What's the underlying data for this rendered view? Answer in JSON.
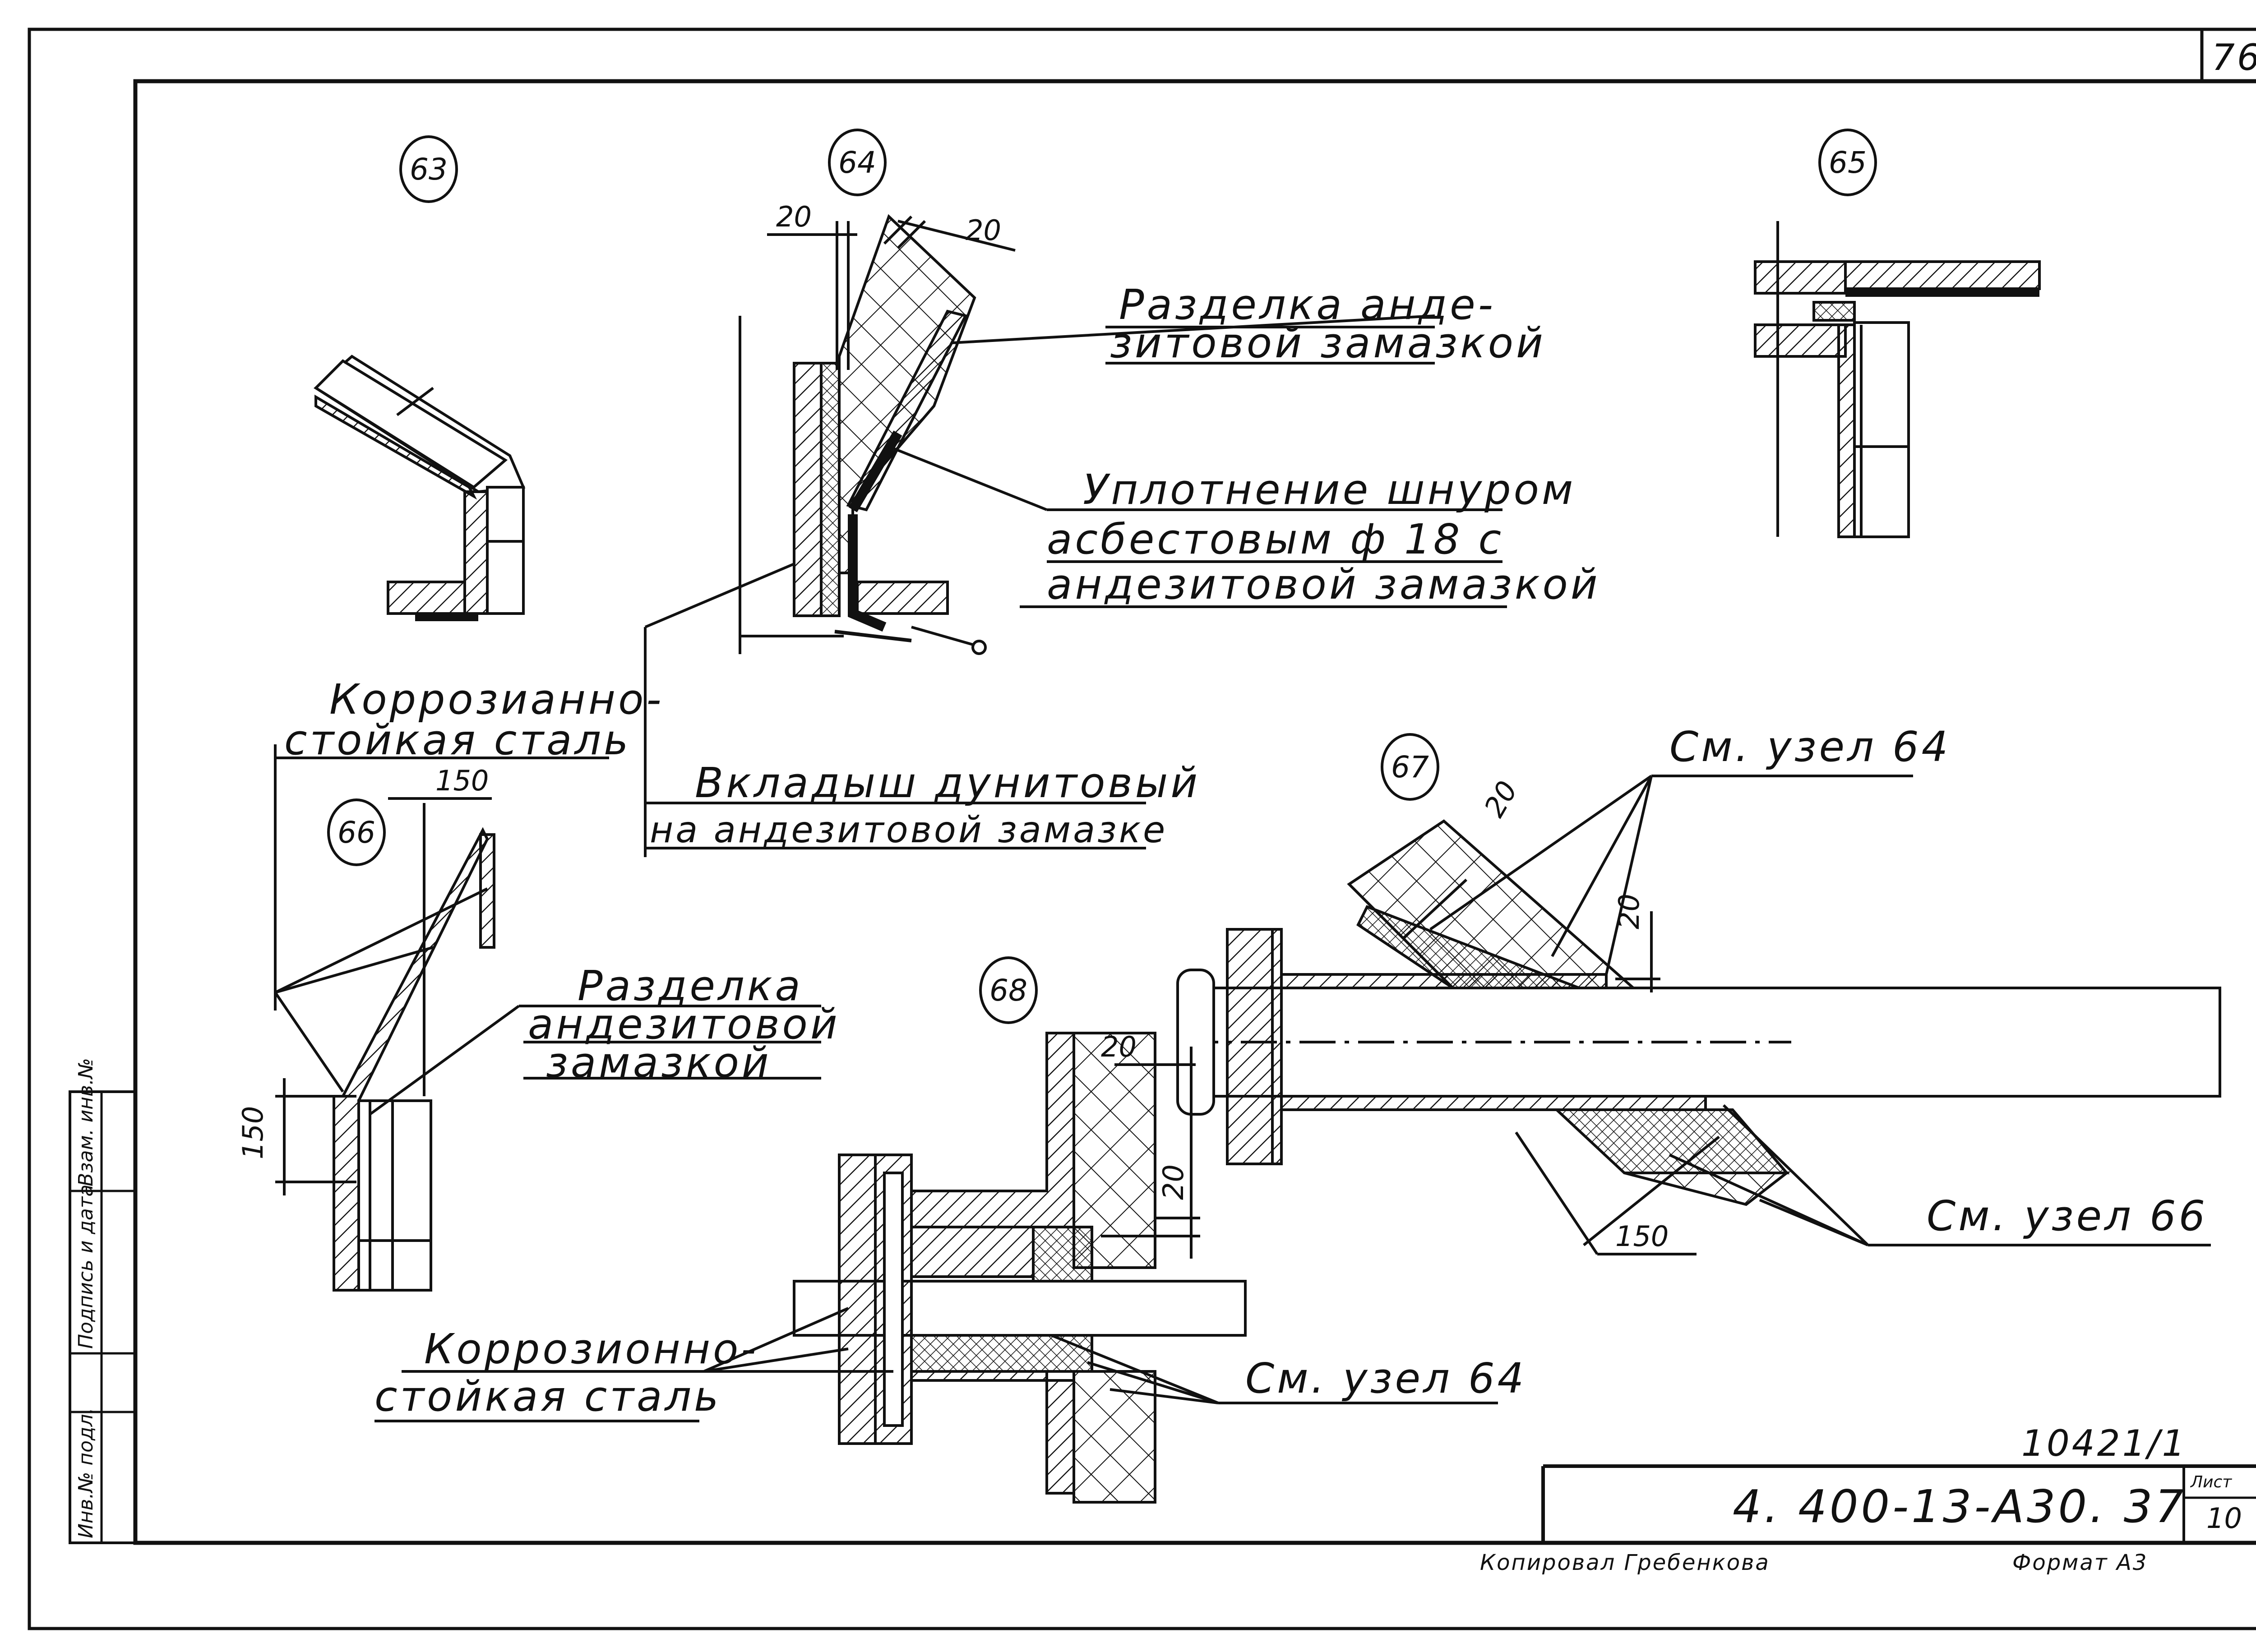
{
  "sheet_corner_number": "76",
  "nodes": [
    "63",
    "64",
    "65",
    "66",
    "67",
    "68"
  ],
  "node64": {
    "dim_left": "20",
    "dim_right": "20",
    "callout_1": [
      "Разделка анде-",
      "зитовой замазкой"
    ],
    "callout_2": [
      "Уплотнение шнуром",
      "асбестовым ф 18 с",
      "андезитовой замазкой"
    ]
  },
  "insert_callout": [
    "Вкладыш дунитовый",
    "на андезитовой замазке"
  ],
  "node66": {
    "steel_callout": [
      "Коррозианно-",
      "стойкая сталь"
    ],
    "dim_top": "150",
    "dim_side": "150",
    "callout": [
      "Разделка",
      "андезитовой",
      "замазкой"
    ]
  },
  "node67": {
    "ref_top": "См. узел 64",
    "ref_bottom": "См. узел 66",
    "dim_20_a": "20",
    "dim_20_b": "20",
    "dim_150": "150"
  },
  "node68": {
    "dim_20_a": "20",
    "dim_20_b": "20",
    "steel_callout": [
      "Коррозионно-",
      "стойкая сталь"
    ],
    "ref": "См. узел 64"
  },
  "side_stamp": [
    "Инв.№ подл.",
    "Подпись и дата",
    "Взам. инв.№"
  ],
  "title_block": {
    "order_no": "10421/1",
    "doc_code": "4. 400-13-А30. 37",
    "sheet_label": "Лист",
    "sheet_no": "10"
  },
  "footer": {
    "copied_by": "Копировал Гребенкова",
    "format": "Формат А3"
  }
}
